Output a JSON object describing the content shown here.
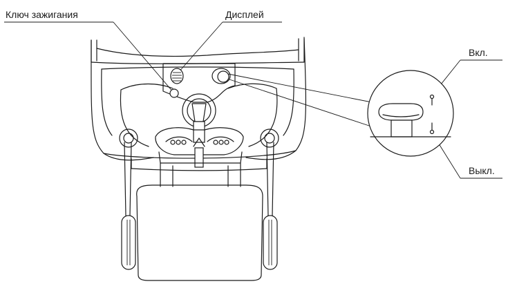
{
  "labels": {
    "ignition_key": "Ключ зажигания",
    "display": "Дисплей",
    "on": "Вкл.",
    "off": "Выкл."
  }
}
